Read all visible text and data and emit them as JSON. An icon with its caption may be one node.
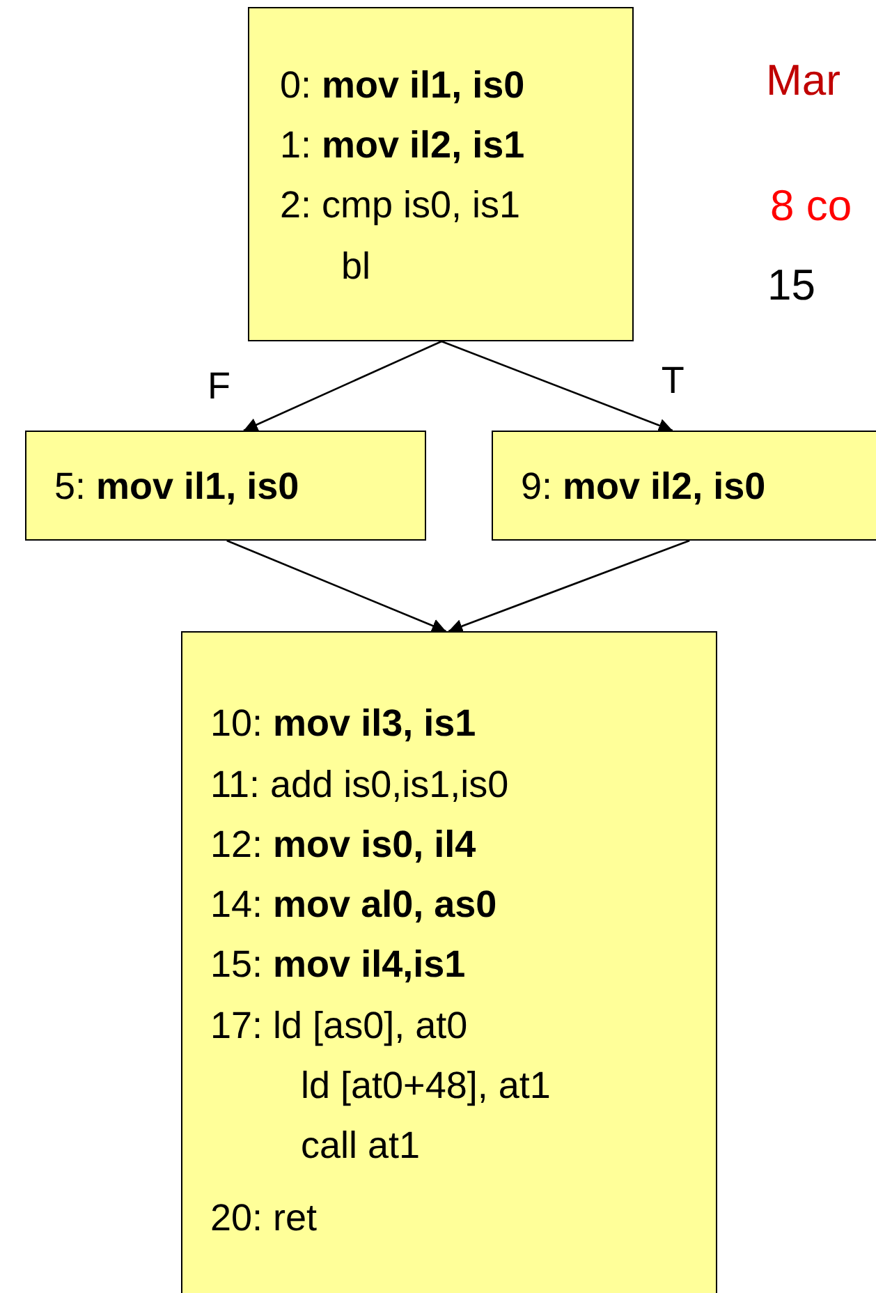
{
  "diagram": {
    "nodes": [
      {
        "text": [
          "0: **mov il1, is0**",
          "1: **mov il2, is1**",
          "2: cmp is0, is1",
          "bl"
        ]
      },
      {
        "text": [
          "5: **mov il1, is0**"
        ]
      },
      {
        "text": [
          "9: **mov il2, is0**"
        ]
      },
      {
        "text": [
          "10: **mov il3, is1**",
          "11: add is0,is1,is0",
          "12: **mov is0, il4**",
          "14: **mov al0, as0**",
          "15: **mov il4,is1**",
          "17: ld [as0], at0",
          "ld [at0+48], at1",
          "call at1",
          "20: ret"
        ]
      }
    ],
    "edges": [
      {
        "from": 0,
        "to": 1,
        "arrow": "to",
        "label": "F"
      },
      {
        "from": 0,
        "to": 2,
        "arrow": "to",
        "label": "T"
      },
      {
        "from": 1,
        "to": 3,
        "arrow": "to"
      },
      {
        "from": 2,
        "to": 3,
        "arrow": "to"
      }
    ],
    "labels": [
      "Mar",
      "8 co",
      "15"
    ]
  }
}
